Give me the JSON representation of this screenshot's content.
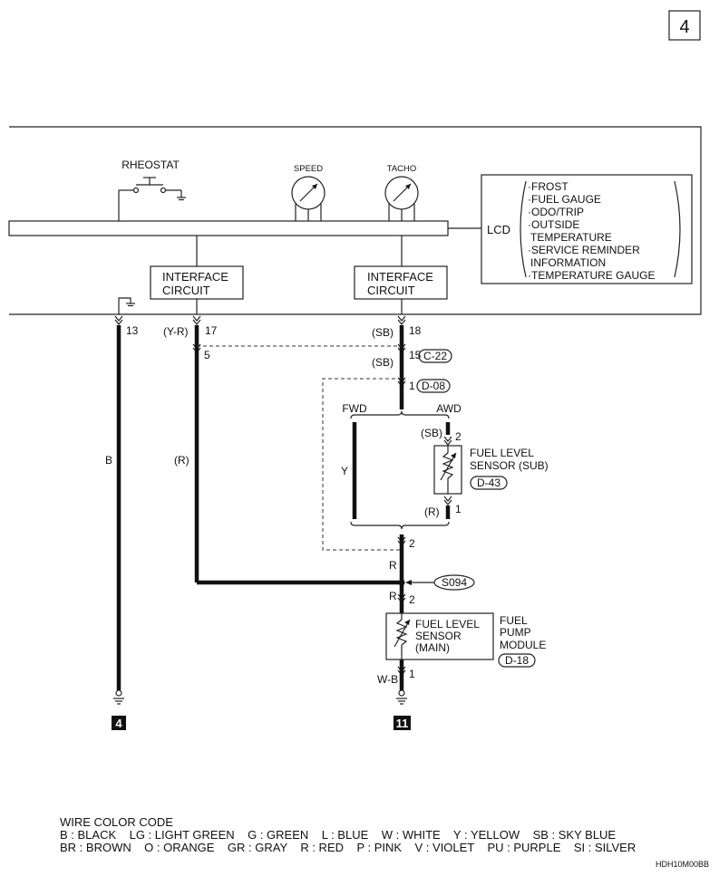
{
  "page_number": "4",
  "rheostat_label": "RHEOSTAT",
  "gauges": {
    "speed": "SPEED",
    "tacho": "TACHO"
  },
  "interface_line1": "INTERFACE",
  "interface_line2": "CIRCUIT",
  "lcd": {
    "label": "LCD",
    "items": [
      "·FROST",
      "·FUEL GAUGE",
      "·ODO/TRIP",
      "·OUTSIDE",
      "TEMPERATURE",
      "·SERVICE REMINDER",
      "INFORMATION",
      "·TEMPERATURE GAUGE"
    ]
  },
  "pins": {
    "p13": "13",
    "p17": "17",
    "p5": "5",
    "p18": "18",
    "p15": "15",
    "p1a": "1",
    "p2a": "2",
    "p1b": "1",
    "p2b": "2",
    "p2c": "2",
    "p1c": "1"
  },
  "wires": {
    "y_r": "(Y-R)",
    "sb1": "(SB)",
    "sb2": "(SB)",
    "sb3": "(SB)",
    "b": "B",
    "r_paren": "(R)",
    "y": "Y",
    "r_paren2": "(R)",
    "r1": "R",
    "r2": "R",
    "w_b": "W-B"
  },
  "connectors": {
    "c22": "C-22",
    "d08": "D-08",
    "d43": "D-43",
    "d18": "D-18",
    "s094": "S094"
  },
  "variants": {
    "fwd": "FWD",
    "awd": "AWD"
  },
  "sensor_sub": [
    "FUEL LEVEL",
    "SENSOR (SUB)"
  ],
  "sensor_main": [
    "FUEL LEVEL",
    "SENSOR",
    "(MAIN)"
  ],
  "pump_module": [
    "FUEL",
    "PUMP",
    "MODULE"
  ],
  "grounds": {
    "g4": "4",
    "g11": "11"
  },
  "legend": {
    "title": "WIRE COLOR CODE",
    "row1": "B : BLACK    LG : LIGHT GREEN    G : GREEN    L : BLUE    W : WHITE    Y : YELLOW    SB : SKY BLUE",
    "row2": "BR : BROWN    O : ORANGE    GR : GRAY    R : RED    P : PINK    V : VIOLET    PU : PURPLE    SI : SILVER"
  },
  "doc_code": "HDH10M00BB"
}
